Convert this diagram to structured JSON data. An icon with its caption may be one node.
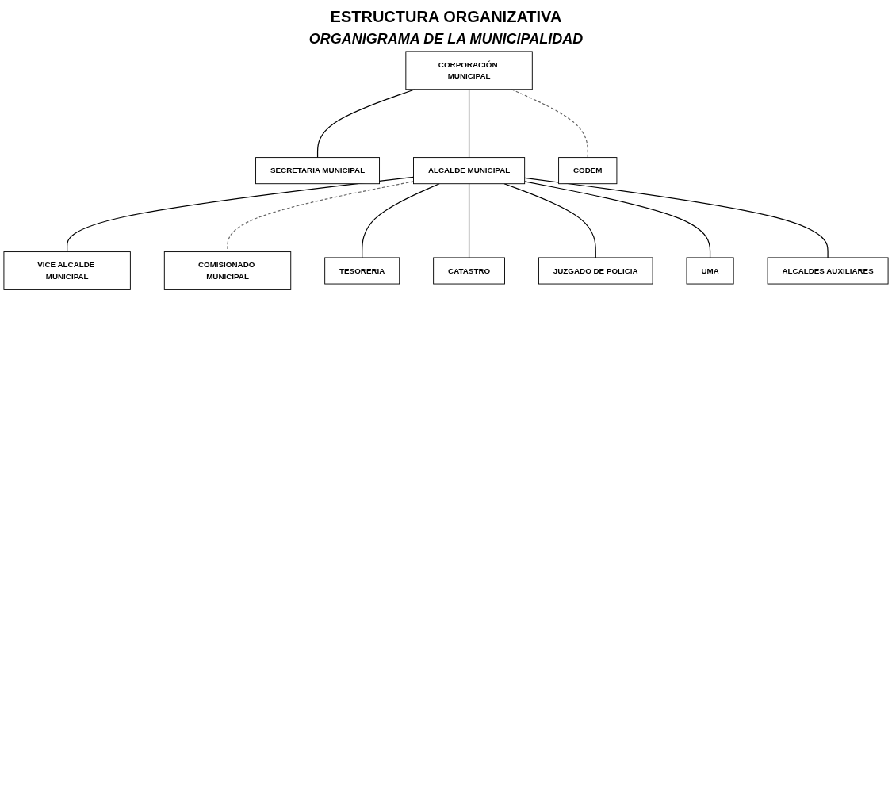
{
  "diagram": {
    "title": "ESTRUCTURA ORGANIZATIVA",
    "nodes": [
      {
        "text": [
          "CORPORACIÓN MUNICIPAL"
        ]
      },
      {
        "text": [
          "SECRETARIA MUNICIPAL"
        ]
      },
      {
        "text": [
          "ALCALDE MUNICIPAL"
        ]
      },
      {
        "text": [
          "CODEM"
        ]
      },
      {
        "text": [
          "VICE ALCALDE MUNICIPAL"
        ]
      },
      {
        "text": [
          "COMISIONADO MUNICIPAL"
        ]
      },
      {
        "text": [
          "TESORERIA"
        ]
      },
      {
        "text": [
          "CATASTRO"
        ]
      },
      {
        "text": [
          "JUZGADO DE POLICIA"
        ]
      },
      {
        "text": [
          "UMA"
        ]
      },
      {
        "text": [
          "ALCALDES AUXILIARES"
        ]
      }
    ],
    "edges": [
      {
        "from": 0,
        "to": 1,
        "arrow": "none"
      },
      {
        "from": 0,
        "to": 2,
        "arrow": "none"
      },
      {
        "from": 0,
        "to": 3,
        "arrow": "none",
        "style": "dashed",
        "color": "#666666"
      },
      {
        "from": 2,
        "to": 4,
        "arrow": "none"
      },
      {
        "from": 2,
        "to": 5,
        "arrow": "none",
        "style": "dashed",
        "color": "#666666"
      },
      {
        "from": 2,
        "to": 6,
        "arrow": "none"
      },
      {
        "from": 2,
        "to": 7,
        "arrow": "none"
      },
      {
        "from": 2,
        "to": 8,
        "arrow": "none"
      },
      {
        "from": 2,
        "to": 9,
        "arrow": "none"
      },
      {
        "from": 2,
        "to": 10,
        "arrow": "none"
      }
    ],
    "labels": [
      "ORGANIGRAMA DE LA MUNICIPALIDAD"
    ]
  }
}
